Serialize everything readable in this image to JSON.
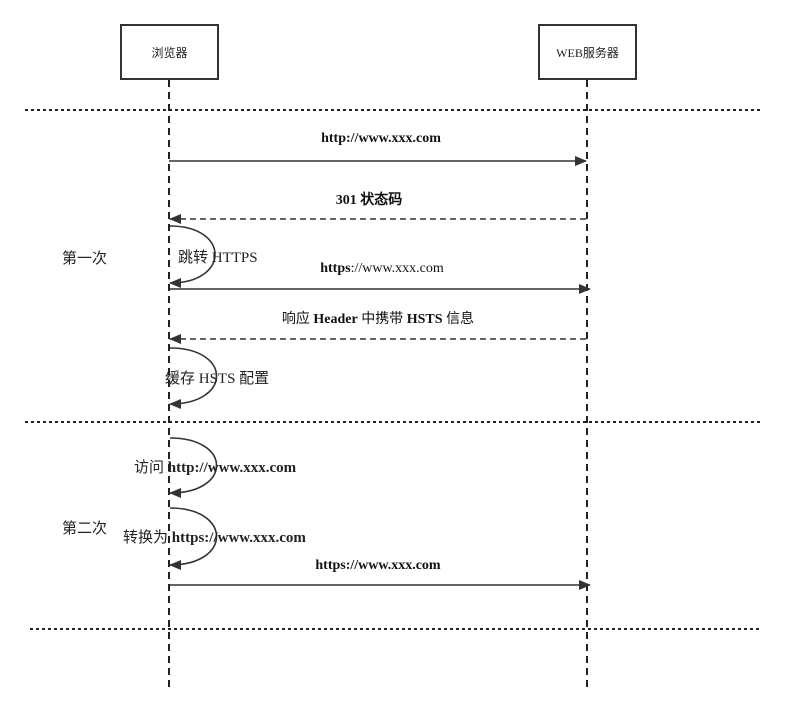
{
  "actors": {
    "browser": "浏览器",
    "server": "WEB服务器"
  },
  "phases": {
    "first": "第一次",
    "second": "第二次"
  },
  "messages": {
    "m1": "http://www.xxx.com",
    "m2": "301 状态码",
    "m3_bold": "https",
    "m3_rest": "://www.xxx.com",
    "m4_prefix": "响应 ",
    "m4_header": "Header",
    "m4_mid": " 中携带 ",
    "m4_hsts": "HSTS",
    "m4_suffix": " 信息",
    "m5": "https://www.xxx.com"
  },
  "self_messages": {
    "s1": "跳转 HTTPS",
    "s2": "缓存 HSTS 配置",
    "s3_prefix": "访问 ",
    "s3_url": "http://www.xxx.com",
    "s4_prefix": "转换为 ",
    "s4_url": "https://www.xxx.com"
  },
  "colors": {
    "line": "#333333",
    "text": "#222222"
  }
}
